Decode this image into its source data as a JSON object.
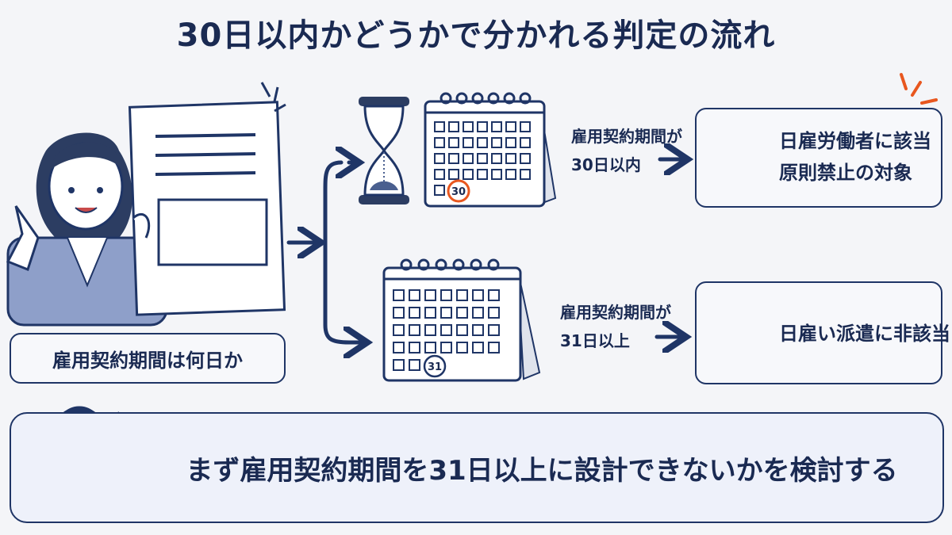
{
  "title": "30日以内かどうかで分かれる判定の流れ",
  "question": "雇用契約期間は何日か",
  "branches": [
    {
      "condition_line1": "雇用契約期間が",
      "condition_line2": "30日以内",
      "calendar_day": "30",
      "result_line1": "日雇労働者に該当",
      "result_line2": "原則禁止の対象",
      "result_icon": "prohibited-icon"
    },
    {
      "condition_line1": "雇用契約期間が",
      "condition_line2": "31日以上",
      "calendar_day": "31",
      "result_line1": "日雇い派遣に非該当",
      "result_icon": "checkmark-icon"
    }
  ],
  "advice": "まず雇用契約期間を31日以上に設計できないかを検討する",
  "colors": {
    "navy": "#1f3566",
    "prohibited_orange": "#e8571f",
    "highlight_orange": "#e8571f",
    "background": "#f4f5f8"
  }
}
